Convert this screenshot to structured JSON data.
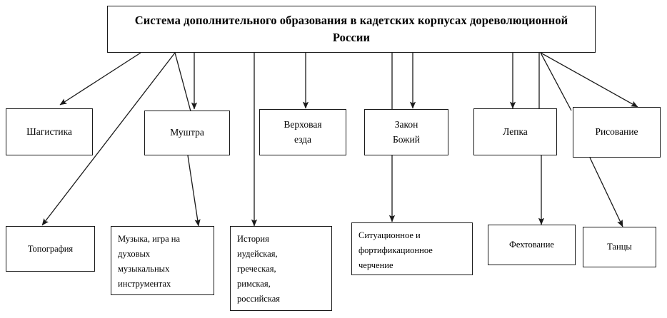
{
  "diagram": {
    "title_box": {
      "label": "Система дополнительного образования в кадетских корпусах дореволюционной России"
    },
    "level2": [
      {
        "id": "shagistika",
        "label": "Шагистика"
      },
      {
        "id": "mushtra",
        "label": "Муштра"
      },
      {
        "id": "verkhovaya",
        "label": "Верховая\nезда"
      },
      {
        "id": "zakon",
        "label": "Закон\nБожий"
      },
      {
        "id": "lepka",
        "label": "Лепка"
      },
      {
        "id": "risovanie",
        "label": "Рисование"
      }
    ],
    "level3": [
      {
        "id": "topografiya",
        "label": "Топография"
      },
      {
        "id": "muzyka",
        "label": "Музыка, игра на\nдуховых\nмузыкальных\nинструментах"
      },
      {
        "id": "istoriya",
        "label": "История\nиудейская,\nгреческая,\nримская,\nроссийская"
      },
      {
        "id": "cherchenie",
        "label": "Ситуационное и\nфортификационное\nчерчение"
      },
      {
        "id": "fekhtovanie",
        "label": "Фехтование"
      },
      {
        "id": "tancy",
        "label": "Танцы"
      }
    ],
    "edges": [
      {
        "from": "title_box",
        "to": "shagistika"
      },
      {
        "from": "title_box",
        "to": "topografiya"
      },
      {
        "from": "title_box",
        "to": "mushtra"
      },
      {
        "from": "title_box",
        "to": "verkhovaya"
      },
      {
        "from": "title_box",
        "to": "istoriya"
      },
      {
        "from": "title_box",
        "to": "zakon"
      },
      {
        "from": "title_box",
        "to": "lepka"
      },
      {
        "from": "title_box",
        "to": "risovanie"
      },
      {
        "from": "mushtra",
        "to": "muzyka"
      },
      {
        "from": "zakon",
        "to": "cherchenie"
      },
      {
        "from": "lepka",
        "to": "fekhtovanie"
      },
      {
        "from": "risovanie",
        "to": "tancy"
      }
    ],
    "colors": {
      "stroke": "#1a1a1a",
      "background": "#ffffff",
      "text": "#000000"
    }
  }
}
